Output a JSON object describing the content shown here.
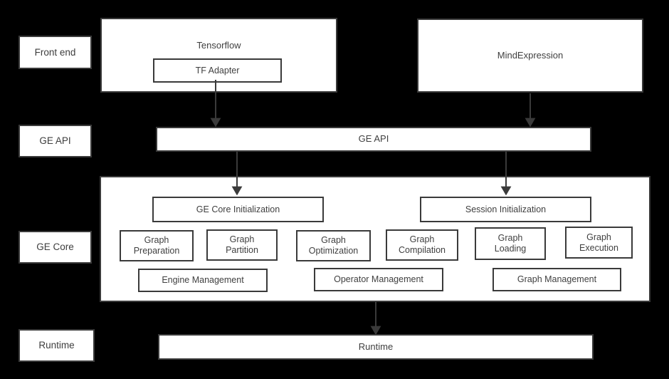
{
  "diagram": {
    "background_color": "#000000",
    "box_fill": "#ffffff",
    "box_border": "#3a3a3a",
    "text_color": "#404040",
    "lanes": [
      {
        "label": "Front end"
      },
      {
        "label": "GE API"
      },
      {
        "label": "GE Core"
      },
      {
        "label": "Runtime"
      }
    ],
    "frontend": {
      "tensorflow": {
        "label": "Tensorflow",
        "adapter": {
          "label": "TF Adapter"
        }
      },
      "mindexpression": {
        "label": "MindExpression"
      }
    },
    "ge_api_bar": {
      "label": "GE API"
    },
    "ge_core": {
      "init_boxes": [
        {
          "label": "GE Core Initialization"
        },
        {
          "label": "Session Initialization"
        }
      ],
      "modules": [
        {
          "label": "Graph\nPreparation"
        },
        {
          "label": "Graph\nPartition"
        },
        {
          "label": "Graph\nOptimization"
        },
        {
          "label": "Graph\nCompilation"
        },
        {
          "label": "Graph\nLoading"
        },
        {
          "label": "Graph\nExecution"
        }
      ],
      "managers": [
        {
          "label": "Engine Management"
        },
        {
          "label": "Operator Management"
        },
        {
          "label": "Graph Management"
        }
      ]
    },
    "runtime_bar": {
      "label": "Runtime"
    },
    "arrows": [
      {
        "name": "tf-adapter-to-ge-api"
      },
      {
        "name": "mindexpression-to-ge-api"
      },
      {
        "name": "ge-api-to-ge-core-initialization"
      },
      {
        "name": "ge-api-to-session-initialization"
      },
      {
        "name": "ge-core-to-runtime"
      }
    ]
  }
}
